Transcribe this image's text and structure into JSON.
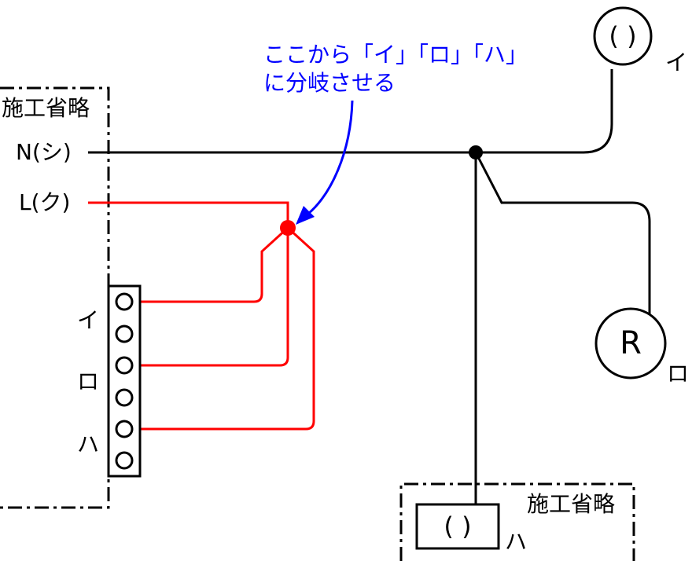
{
  "callout": {
    "line1": "ここから「イ」「ロ」「ハ」",
    "line2": "に分岐させる",
    "color": "#0000ff"
  },
  "left_box": {
    "title": "施工省略",
    "n_label": "N(シ)",
    "l_label": "L(ク)",
    "terminals": [
      "イ",
      "ロ",
      "ハ"
    ]
  },
  "right": {
    "lamp_i_symbol": "(  )",
    "lamp_i_label": "イ",
    "lamp_ro_symbol": "R",
    "lamp_ro_label": "ロ"
  },
  "bottom_box": {
    "title": "施工省略",
    "fixture_symbol": "(  )",
    "label": "ハ"
  },
  "colors": {
    "neutral": "#000000",
    "line": "#ff0000",
    "annotation": "#0000ff"
  }
}
